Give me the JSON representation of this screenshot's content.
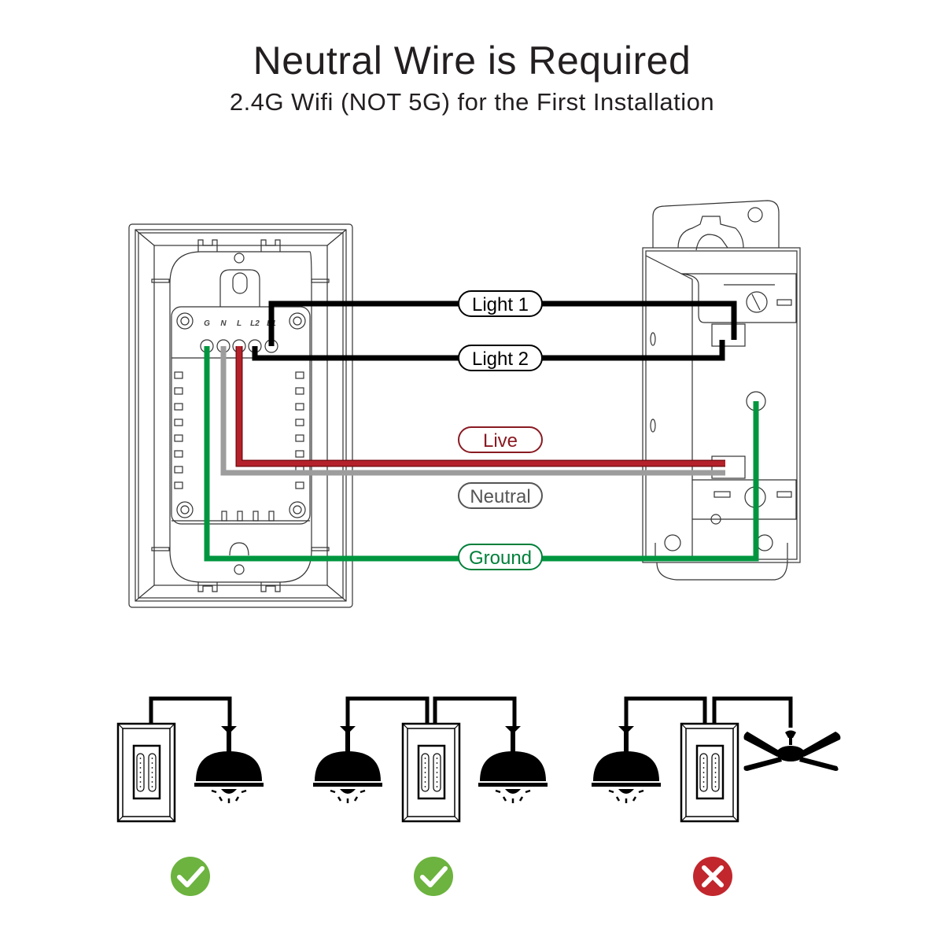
{
  "header": {
    "title": "Neutral Wire is Required",
    "subtitle": "2.4G Wifi (NOT 5G) for the First Installation"
  },
  "wiring_diagram": {
    "terminals": [
      "G",
      "N",
      "L",
      "L2",
      "L1"
    ],
    "wires": [
      {
        "id": "light1",
        "label": "Light 1",
        "color": "#000000",
        "label_color": "#000000"
      },
      {
        "id": "light2",
        "label": "Light 2",
        "color": "#000000",
        "label_color": "#000000"
      },
      {
        "id": "live",
        "label": "Live",
        "color": "#b5212a",
        "label_color": "#8a1a22"
      },
      {
        "id": "neutral",
        "label": "Neutral",
        "color": "#9d9d9d",
        "label_color": "#555555"
      },
      {
        "id": "ground",
        "label": "Ground",
        "color": "#00963f",
        "label_color": "#00803a"
      }
    ]
  },
  "scenarios": [
    {
      "id": "one-light",
      "description": "Switch controlling one light",
      "status": "ok",
      "status_icon": "check-icon"
    },
    {
      "id": "two-lights",
      "description": "Switch controlling two lights",
      "status": "ok",
      "status_icon": "check-icon"
    },
    {
      "id": "light-and-fan",
      "description": "Switch controlling a light and a ceiling fan",
      "status": "not-supported",
      "status_icon": "cross-icon"
    }
  ],
  "colors": {
    "ok": "#6cb33f",
    "error": "#c1272d",
    "line": "#231f20"
  }
}
